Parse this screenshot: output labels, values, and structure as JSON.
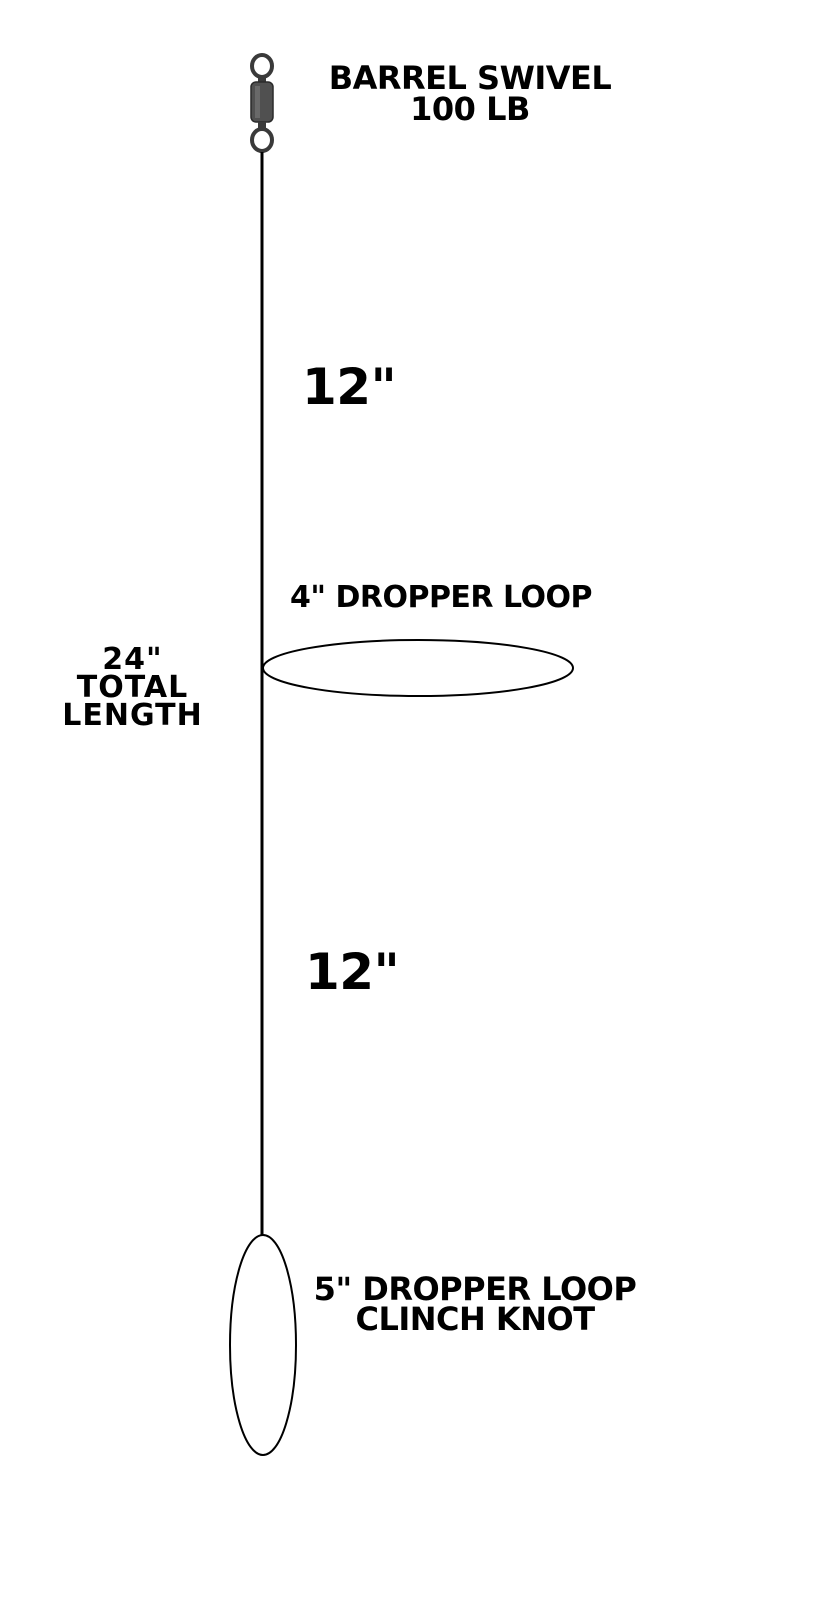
{
  "diagram": {
    "title": "Fishing rig diagram",
    "components": {
      "swivel": {
        "line1": "BARREL SWIVEL",
        "line2": "100 LB",
        "icon": "barrel-swivel-icon"
      },
      "upper_segment": {
        "length": "12\""
      },
      "dropper_loop_1": {
        "label": "4\" DROPPER LOOP"
      },
      "total_length": {
        "line1": "24\"",
        "line2": "TOTAL",
        "line3": "LENGTH"
      },
      "lower_segment": {
        "length": "12\""
      },
      "dropper_loop_2": {
        "line1": "5\" DROPPER LOOP",
        "line2": "CLINCH KNOT"
      }
    },
    "colors": {
      "line": "#000000",
      "background": "#ffffff",
      "swivel": "#4a4a4a"
    }
  }
}
